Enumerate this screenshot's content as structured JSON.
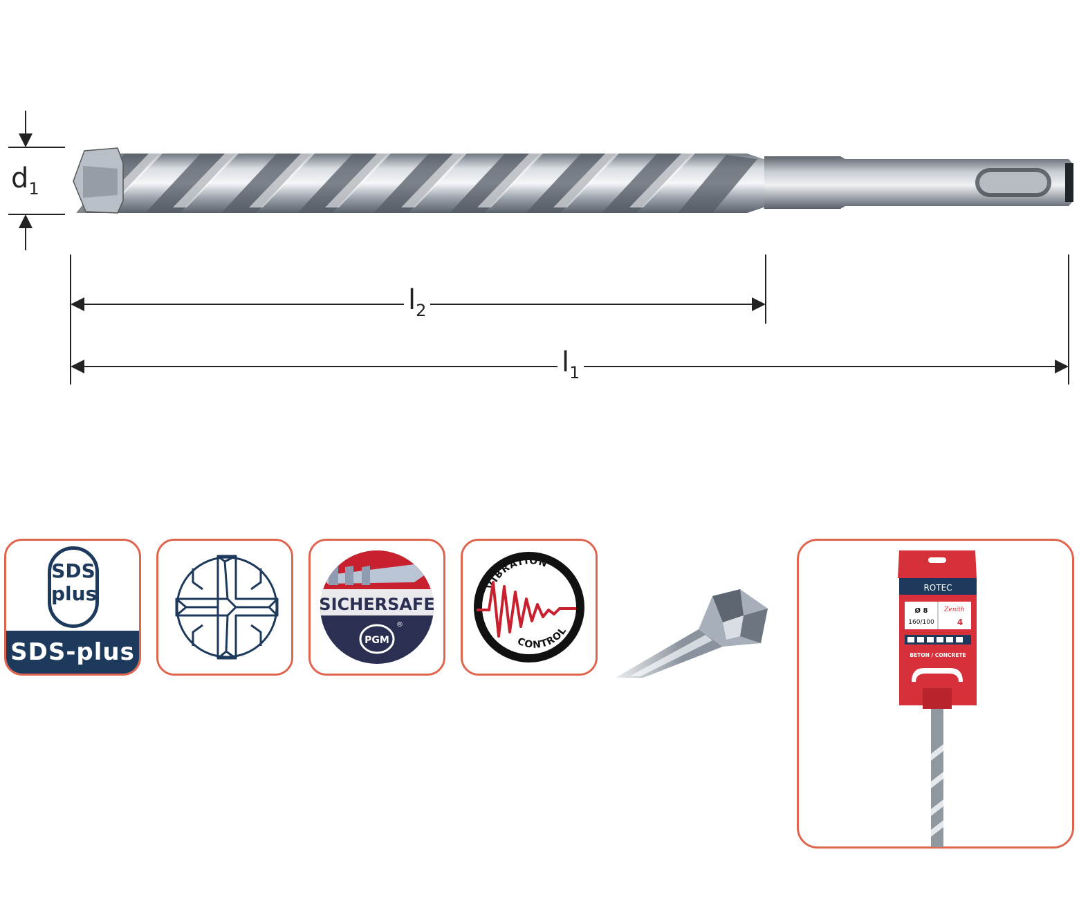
{
  "dimensions": {
    "diameter": {
      "symbol": "d",
      "subscript": "1"
    },
    "working_length": {
      "symbol": "l",
      "subscript": "2"
    },
    "total_length": {
      "symbol": "l",
      "subscript": "1"
    }
  },
  "features": {
    "sds_plus": {
      "pill_line1": "SDS",
      "pill_line2": "plus",
      "bar_label": "SDS-plus"
    },
    "cross_tip": {
      "icon": "four-cutter-cross-head-icon"
    },
    "sichersafe": {
      "label": "SICHERSAFE",
      "sub_logo": "PGM",
      "mark": "®"
    },
    "vibration_control": {
      "top_text": "VIBRATION",
      "bottom_text": "CONTROL"
    }
  },
  "package": {
    "brand": "ROTEC",
    "diameter_label": "Ø 8",
    "size_label": "160/100",
    "brand_badge": "Zenith",
    "cutters": "4",
    "material_label": "BETON / CONCRETE"
  },
  "colors": {
    "frame": "#e0654f",
    "navy": "#1d3a5c",
    "red": "#c8202f",
    "steel": "#a9b0b8"
  }
}
